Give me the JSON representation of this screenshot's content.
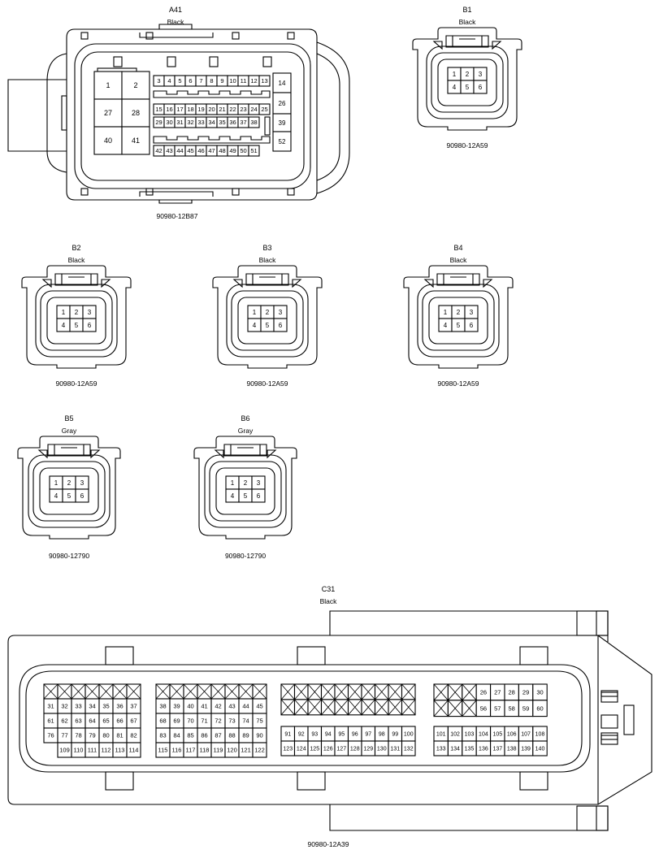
{
  "connectors": [
    {
      "id": "A41",
      "color": "Black",
      "part": "90980-12B87",
      "pins_top": [
        "3",
        "4",
        "5",
        "6",
        "7",
        "8",
        "9",
        "10",
        "11",
        "12",
        "13"
      ],
      "pins_row2": [
        "15",
        "16",
        "17",
        "18",
        "19",
        "20",
        "21",
        "22",
        "23",
        "24",
        "25"
      ],
      "pins_row3": [
        "29",
        "30",
        "31",
        "32",
        "33",
        "34",
        "35",
        "36",
        "37",
        "38"
      ],
      "pins_bottom": [
        "42",
        "43",
        "44",
        "45",
        "46",
        "47",
        "48",
        "49",
        "50",
        "51"
      ],
      "pins_big": [
        "1",
        "2",
        "27",
        "28",
        "40",
        "41"
      ],
      "pins_right": [
        "14",
        "26",
        "39",
        "52"
      ]
    },
    {
      "id": "B1",
      "color": "Black",
      "part": "90980-12A59",
      "pins": [
        "1",
        "2",
        "3",
        "4",
        "5",
        "6"
      ]
    },
    {
      "id": "B2",
      "color": "Black",
      "part": "90980-12A59",
      "pins": [
        "1",
        "2",
        "3",
        "4",
        "5",
        "6"
      ]
    },
    {
      "id": "B3",
      "color": "Black",
      "part": "90980-12A59",
      "pins": [
        "1",
        "2",
        "3",
        "4",
        "5",
        "6"
      ]
    },
    {
      "id": "B4",
      "color": "Black",
      "part": "90980-12A59",
      "pins": [
        "1",
        "2",
        "3",
        "4",
        "5",
        "6"
      ]
    },
    {
      "id": "B5",
      "color": "Gray",
      "part": "90980-12790",
      "pins": [
        "1",
        "2",
        "3",
        "4",
        "5",
        "6"
      ]
    },
    {
      "id": "B6",
      "color": "Gray",
      "part": "90980-12790",
      "pins": [
        "1",
        "2",
        "3",
        "4",
        "5",
        "6"
      ]
    },
    {
      "id": "C31",
      "color": "Black",
      "part": "90980-12A39",
      "g1": {
        "r1": [
          "31",
          "32",
          "33",
          "34",
          "35",
          "36",
          "37"
        ],
        "r2": [
          "61",
          "62",
          "63",
          "64",
          "65",
          "66",
          "67"
        ],
        "r3": [
          "76",
          "77",
          "78",
          "79",
          "80",
          "81",
          "82"
        ],
        "r4": [
          "109",
          "110",
          "111",
          "112",
          "113",
          "114"
        ]
      },
      "g2": {
        "r1": [
          "38",
          "39",
          "40",
          "41",
          "42",
          "43",
          "44",
          "45"
        ],
        "r2": [
          "68",
          "69",
          "70",
          "71",
          "72",
          "73",
          "74",
          "75"
        ],
        "r3": [
          "83",
          "84",
          "85",
          "86",
          "87",
          "88",
          "89",
          "90"
        ],
        "r4": [
          "115",
          "116",
          "117",
          "118",
          "119",
          "120",
          "121",
          "122"
        ]
      },
      "g3": {
        "r3": [
          "91",
          "92",
          "93",
          "94",
          "95",
          "96",
          "97",
          "98",
          "99",
          "100"
        ],
        "r4": [
          "123",
          "124",
          "125",
          "126",
          "127",
          "128",
          "129",
          "130",
          "131",
          "132"
        ]
      },
      "g4": {
        "r1": [
          "26",
          "27",
          "28",
          "29",
          "30"
        ],
        "r2": [
          "56",
          "57",
          "58",
          "59",
          "60"
        ],
        "r3": [
          "101",
          "102",
          "103",
          "104",
          "105",
          "106",
          "107",
          "108"
        ],
        "r4": [
          "133",
          "134",
          "135",
          "136",
          "137",
          "138",
          "139",
          "140"
        ]
      }
    }
  ]
}
